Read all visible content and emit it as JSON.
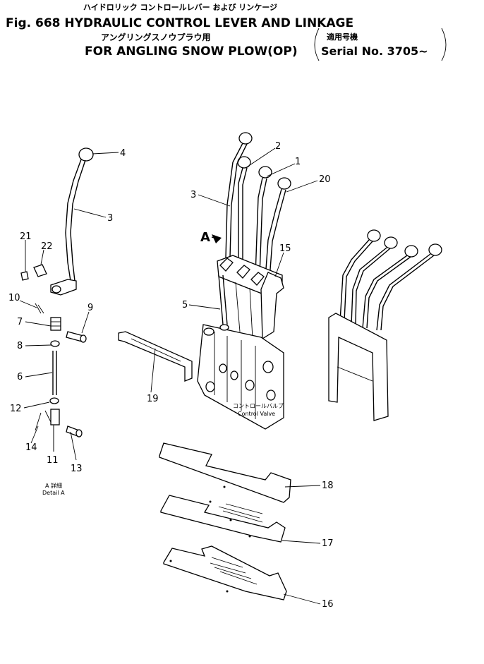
{
  "title": {
    "line1_jp": "ハイドロリック コントロールレバー および リンケージ",
    "line2": "Fig. 668 HYDRAULIC CONTROL LEVER AND LINKAGE",
    "line3_jp": "アングリングスノウプラウ用",
    "line3_serial_jp": "適用号機",
    "line4": "FOR ANGLING SNOW PLOW(OP)",
    "line4_serial": "Serial No. 3705~"
  },
  "labels": {
    "control_valve_jp": "コントロールバルブ",
    "control_valve": "Control Valve",
    "detail_jp": "A 詳細",
    "detail": "Detail A",
    "arrow_a": "A"
  },
  "parts": [
    "1",
    "2",
    "3",
    "3",
    "4",
    "5",
    "6",
    "7",
    "8",
    "9",
    "10",
    "11",
    "12",
    "13",
    "14",
    "15",
    "16",
    "17",
    "18",
    "19",
    "20",
    "21",
    "22"
  ]
}
